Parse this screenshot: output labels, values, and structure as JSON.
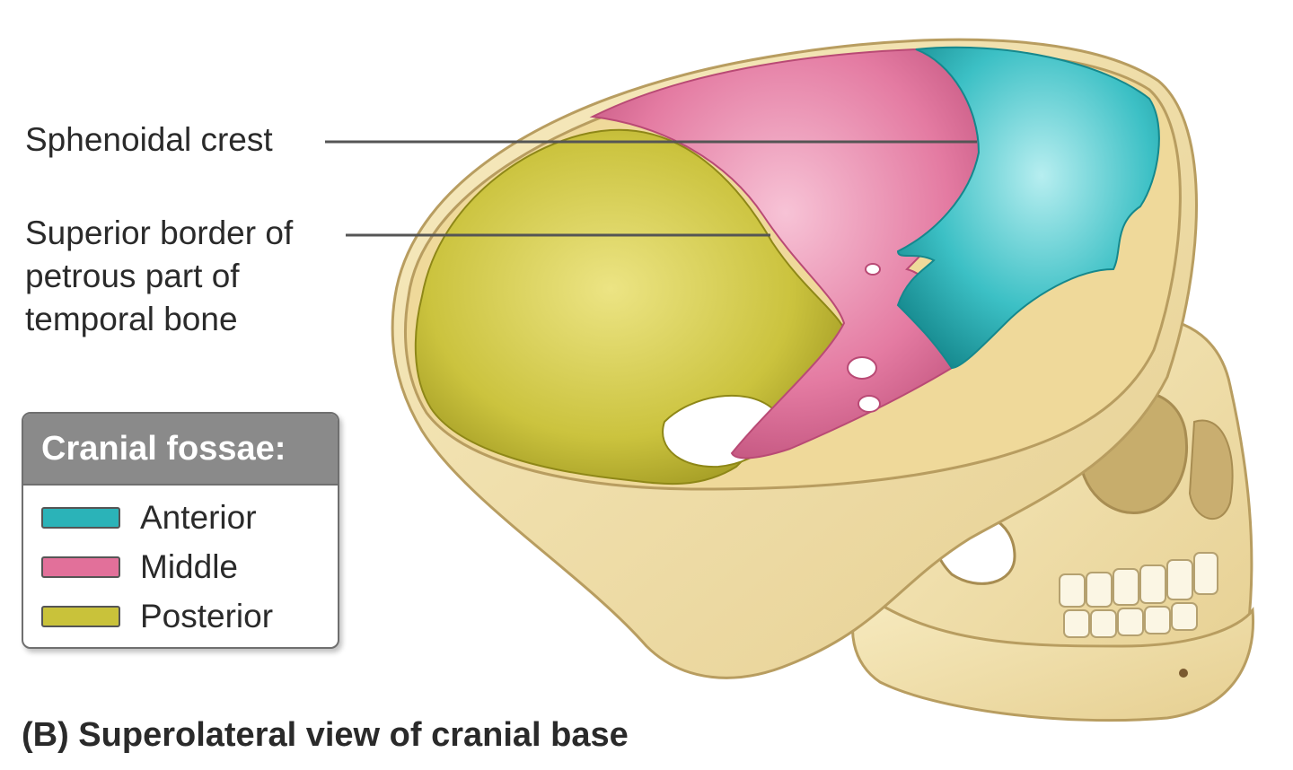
{
  "labels": {
    "sphenoidal_crest": "Sphenoidal crest",
    "petrous_line1": "Superior border of",
    "petrous_line2": "petrous part of",
    "petrous_line3": "temporal bone"
  },
  "legend": {
    "title": "Cranial fossae:",
    "items": [
      {
        "label": "Anterior",
        "color": "#2bb3b8"
      },
      {
        "label": "Middle",
        "color": "#e2709a"
      },
      {
        "label": "Posterior",
        "color": "#c9c23a"
      }
    ]
  },
  "caption": "(B) Superolateral view of cranial base",
  "colors": {
    "bone": "#f2dfa6",
    "bone_shadow": "#d9c185",
    "anterior": "#2bb3b8",
    "middle": "#e2709a",
    "posterior": "#c9c23a"
  }
}
